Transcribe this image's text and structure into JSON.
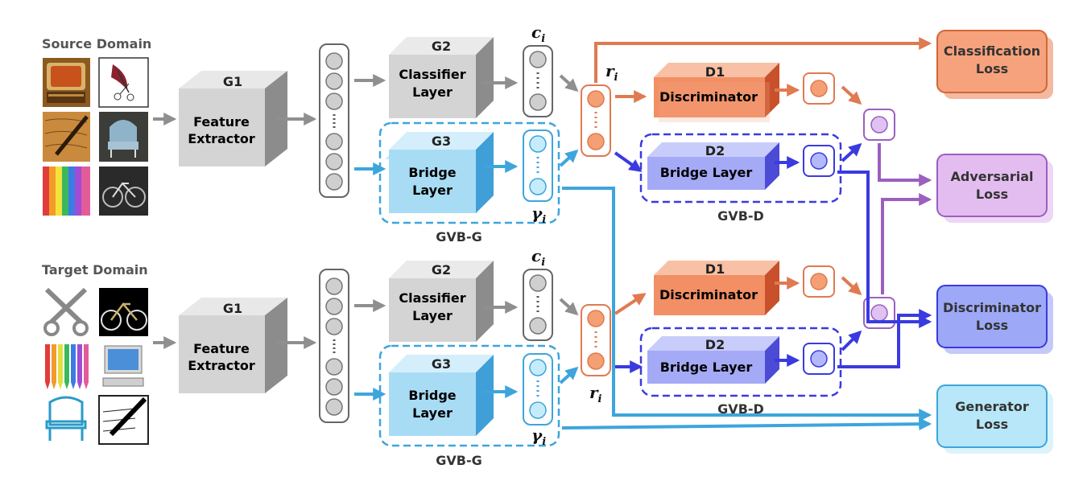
{
  "domains": {
    "source_label": "Source Domain",
    "target_label": "Target Domain",
    "source_images": [
      "retro-computer-image",
      "feather-scissors-sketch-image",
      "pen-on-paper-image",
      "armchair-photo-image",
      "colorful-pencils-image",
      "bicycle-photo-image"
    ],
    "target_images": [
      "scissors-clipart-image",
      "bicycle-clipart-image",
      "pencils-clipart-image",
      "computer-clipart-image",
      "armchair-clipart-image",
      "pen-clipart-image"
    ]
  },
  "blocks": {
    "g1_head": "G1",
    "g1_line1": "Feature",
    "g1_line2": "Extractor",
    "g2_head": "G2",
    "g2_line1": "Classifier",
    "g2_line2": "Layer",
    "g3_head": "G3",
    "g3_line1": "Bridge",
    "g3_line2": "Layer",
    "d1_head": "D1",
    "d1_label": "Discriminator",
    "d2_head": "D2",
    "d2_label": "Bridge Layer"
  },
  "groups": {
    "gvb_g": "GVB-G",
    "gvb_d": "GVB-D"
  },
  "symbols": {
    "c_base": "c",
    "gamma_base": "γ",
    "r_base": "r",
    "subscript": "i"
  },
  "losses": {
    "classification": [
      "Classification",
      "Loss"
    ],
    "adversarial": [
      "Adversarial",
      "Loss"
    ],
    "discriminator": [
      "Discriminator",
      "Loss"
    ],
    "generator": [
      "Generator",
      "Loss"
    ]
  },
  "colors": {
    "gray": "#8f8f8f",
    "orange": "#e07a50",
    "blue_light": "#3da5dc",
    "blue_dark": "#3a3ae0",
    "purple": "#9b5fbf",
    "classification_fill": "#f6a27c",
    "adversarial_fill": "#e4bdf0",
    "discriminator_fill": "#9da8f7",
    "generator_fill": "#b7e7f8"
  }
}
